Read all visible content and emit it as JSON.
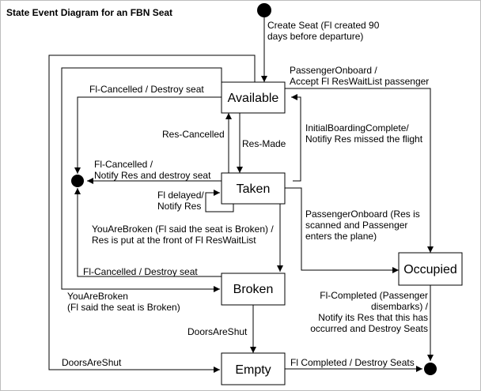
{
  "title": "State Event Diagram for an FBN Seat",
  "states": {
    "available": "Available",
    "taken": "Taken",
    "broken": "Broken",
    "empty": "Empty",
    "occupied": "Occupied"
  },
  "transitions": {
    "create_seat": [
      "Create Seat (Fl created 90",
      "days before departure)"
    ],
    "passenger_onboard_accept": [
      "PassengerOnboard /",
      "Accept Fl ResWaitList passenger"
    ],
    "fl_cancelled_destroy_seat_top": [
      "Fl-Cancelled / Destroy seat"
    ],
    "res_cancelled": [
      "Res-Cancelled"
    ],
    "res_made": [
      "Res-Made"
    ],
    "initial_boarding_complete": [
      "InitialBoardingComplete/",
      "Notifiy Res missed the flight"
    ],
    "fl_cancelled_notify_res": [
      "Fl-Cancelled /",
      "Notify Res and destroy seat"
    ],
    "fl_delayed": [
      "Fl delayed/",
      "Notify Res"
    ],
    "passenger_onboard_scanned": [
      "PassengerOnboard (Res is",
      "scanned and Passenger",
      "enters the plane)"
    ],
    "you_are_broken_taken": [
      "YouAreBroken (Fl said the seat is Broken) /",
      "Res is put at the front of Fl ResWaitList"
    ],
    "fl_cancelled_destroy_seat_broken": [
      "Fl-Cancelled / Destroy seat"
    ],
    "you_are_broken_available": [
      "YouAreBroken",
      "(Fl said the seat is Broken)"
    ],
    "fl_completed_passenger": [
      "Fl-Completed (Passenger",
      "disembarks) /",
      "Notify its Res that this has",
      "occurred and Destroy Seats"
    ],
    "doors_are_shut_broken": [
      "DoorsAreShut"
    ],
    "doors_are_shut_available": [
      "DoorsAreShut"
    ],
    "fl_completed_destroy_seats": [
      "Fl Completed / Destroy Seats"
    ]
  }
}
